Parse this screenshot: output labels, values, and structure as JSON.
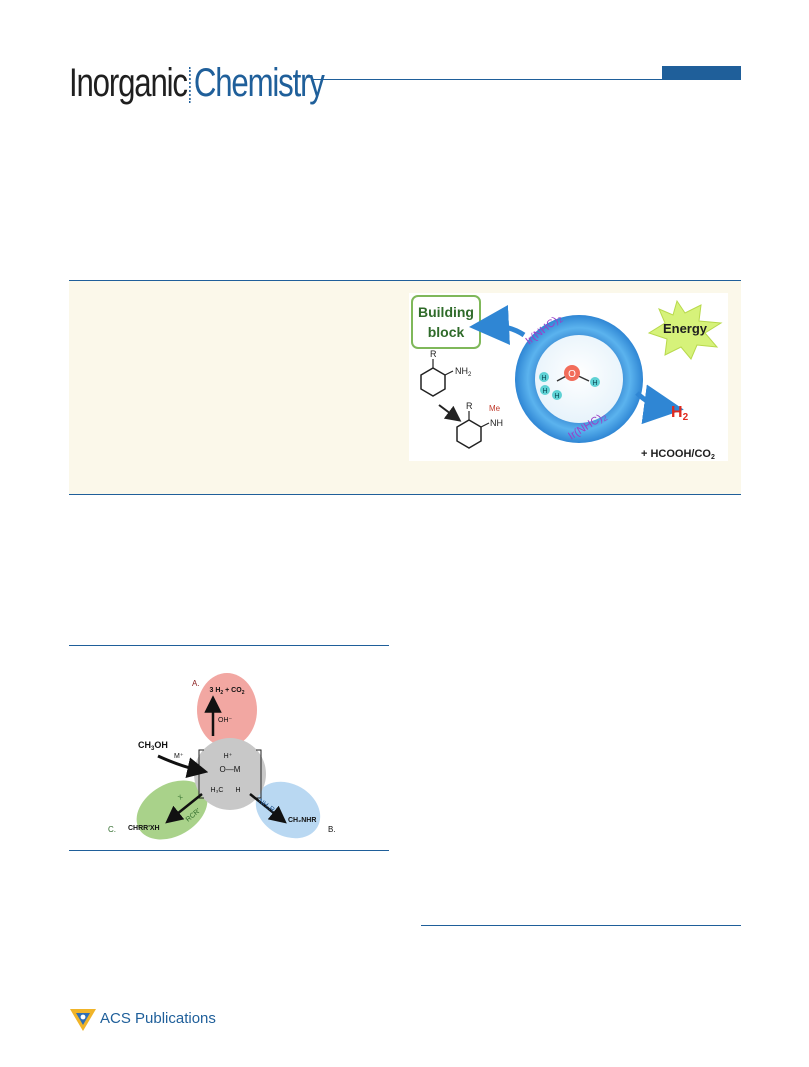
{
  "header": {
    "journal_word1": "Inorganic",
    "journal_word2": "Chemistry",
    "brand_color": "#1f5f9a"
  },
  "toc_graphic": {
    "building_label_1": "Building",
    "building_label_2": "block",
    "energy_label": "Energy",
    "catalyst_top": "Ir(NHC)",
    "catalyst_top_sub": "2",
    "catalyst_bottom": "Ir(NHC)",
    "catalyst_bottom_sub": "2",
    "reactant_r": "R",
    "reactant_nh": "NH",
    "reactant_nh_sub": "2",
    "product_r": "R",
    "product_me": "Me",
    "product_nh": "NH",
    "molecule_o": "O",
    "molecule_h": "H",
    "h2_label": "H",
    "h2_sub": "2",
    "byproduct": "+ HCOOH/CO",
    "byproduct_sub": "2"
  },
  "scheme": {
    "label_a": "A.",
    "label_b": "B.",
    "label_c": "C.",
    "a_product": "3 H",
    "a_product_sub": "2",
    "a_product_rest": " + CO",
    "a_product_rest_sub": "2",
    "a_reagent": "OH⁻",
    "methanol": "CH",
    "methanol_sub": "3",
    "methanol_rest": "OH",
    "metal": "M⁺",
    "center_h": "H⁺",
    "center_om": "O—M",
    "center_h3c": "H₃C",
    "center_h2": "H",
    "b_reagent": "NH₂R",
    "b_product": "CH₂NHR",
    "c_reagent": "RCR'",
    "c_reagent_x": "X",
    "c_product": "CHRR'XH"
  },
  "footer": {
    "publisher": "ACS Publications"
  }
}
